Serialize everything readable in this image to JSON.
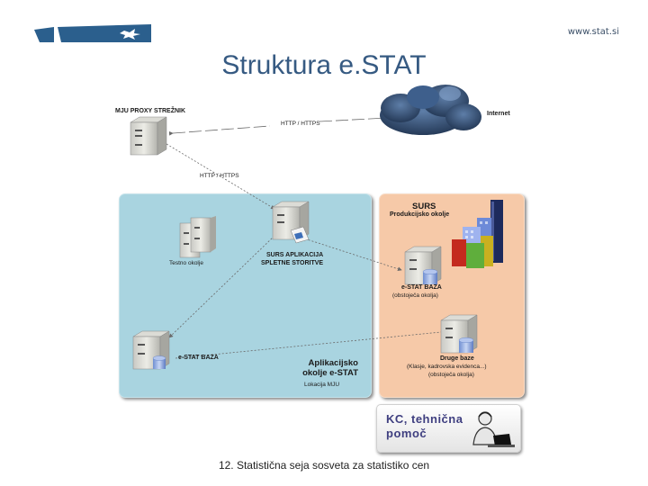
{
  "header": {
    "site_url": "www.stat.si",
    "brand_color": "#1f4e7a",
    "title": "Struktura e.STAT"
  },
  "diagram": {
    "nodes": {
      "proxy": "MJU PROXY STREŽNIK",
      "internet": "Internet",
      "test_env": "Testno okolje",
      "surs_app_line1": "SURS APLIKACIJA",
      "surs_app_line2": "SPLETNE STORITVE",
      "estat_base_mju": "e-STAT BAZA",
      "mju_zone_line1": "Aplikacijsko",
      "mju_zone_line2": "okolje e-STAT",
      "mju_zone_sub": "Lokacija MJU",
      "surs_title": "SURS",
      "surs_sub": "Produkcijsko okolje",
      "estat_base_surs": "e-STAT BAZA",
      "estat_base_surs_sub": "(obstoječa okolja)",
      "other_db": "Druge baze",
      "other_db_sub": "(Klasje, kadrovska evidenca...)",
      "other_db_sub2": "(obstoječa okolja)"
    },
    "edges": {
      "proxy_internet": "HTTP / HTTPS",
      "proxy_app": "HTTP / HTTPS"
    },
    "zone_colors": {
      "mju": "#a9d4e0",
      "surs": "#f6c9a8"
    }
  },
  "support": {
    "label_line1": "KC, tehnična",
    "label_line2": "pomoč",
    "icon": "helpdesk-person-icon"
  },
  "footer": {
    "text": "12. Statistična seja sosveta za statistiko cen"
  }
}
